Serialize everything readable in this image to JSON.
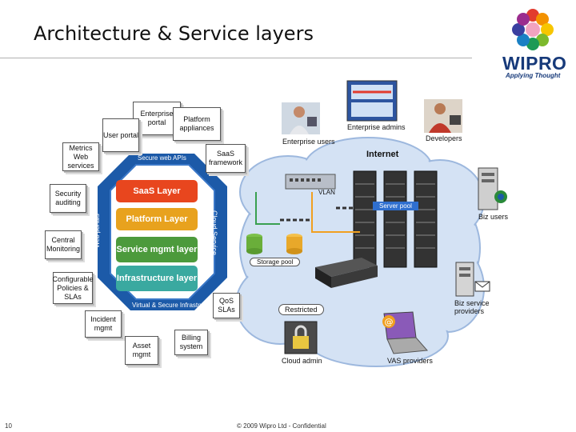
{
  "title": "Architecture & Service layers",
  "logo": {
    "brand": "WIPRO",
    "tagline": "Applying Thought"
  },
  "footer": {
    "page_number": "10",
    "copyright": "© 2009 Wipro Ltd - Confidential"
  },
  "center": {
    "top_label": "Secure web APIs",
    "bottom_label": "Virtual & Secure Infrastructure",
    "left_label": "Web portals",
    "right_label": "Cloud Service",
    "layers": [
      {
        "label": "SaaS Layer",
        "color": "#e8461e"
      },
      {
        "label": "Platform Layer",
        "color": "#e8a21e"
      },
      {
        "label": "Service mgmt layer",
        "color": "#4c9a3c"
      },
      {
        "label": "Infrastructure layer",
        "color": "#3aa9a0"
      }
    ]
  },
  "docs": {
    "enterprise_portal": "Enterprise portal",
    "platform_appliances": "Platform appliances",
    "user_portal": "User portal",
    "metrics_web_services": "Metrics Web services",
    "saas_framework": "SaaS framework",
    "security_auditing": "Security auditing",
    "central_monitoring": "Central Monitoring",
    "configurable_policies": "Configurable Policies & SLAs",
    "qos_slas": "QoS SLAs",
    "incident_mgmt": "Incident mgmt",
    "asset_mgmt": "Asset mgmt",
    "billing_system": "Billing system"
  },
  "cloud": {
    "internet": "Internet",
    "vlan": "VLAN",
    "server_pool": "Server pool",
    "storage_pool": "Storage pool",
    "restricted": "Restricted",
    "cloud_admin": "Cloud admin",
    "vas_providers": "VAS providers"
  },
  "actors": {
    "enterprise_users": "Enterprise users",
    "enterprise_admins": "Enterprise admins",
    "developers": "Developers",
    "biz_users": "Biz users",
    "biz_service_providers": "Biz service providers"
  },
  "colors": {
    "cloud": "#d4e2f4",
    "cloud_edge": "#9db8de",
    "brand": "#173a7a",
    "ring": "#1c5aa8"
  }
}
